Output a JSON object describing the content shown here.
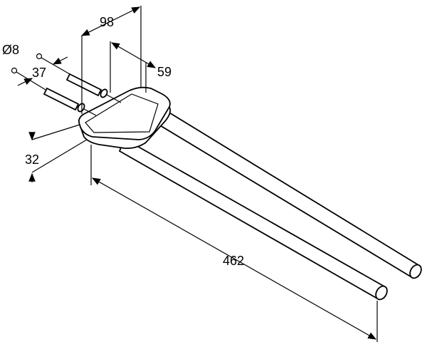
{
  "drawing": {
    "title": "Double towel bar dimensions",
    "dimensions": {
      "width_bracket": "98",
      "screw_diameter": "Ø8",
      "screw_spacing": "37",
      "depth_bracket": "59",
      "height_bracket": "32",
      "arm_length": "462"
    },
    "colors": {
      "line": "#000000",
      "background": "#ffffff"
    }
  }
}
